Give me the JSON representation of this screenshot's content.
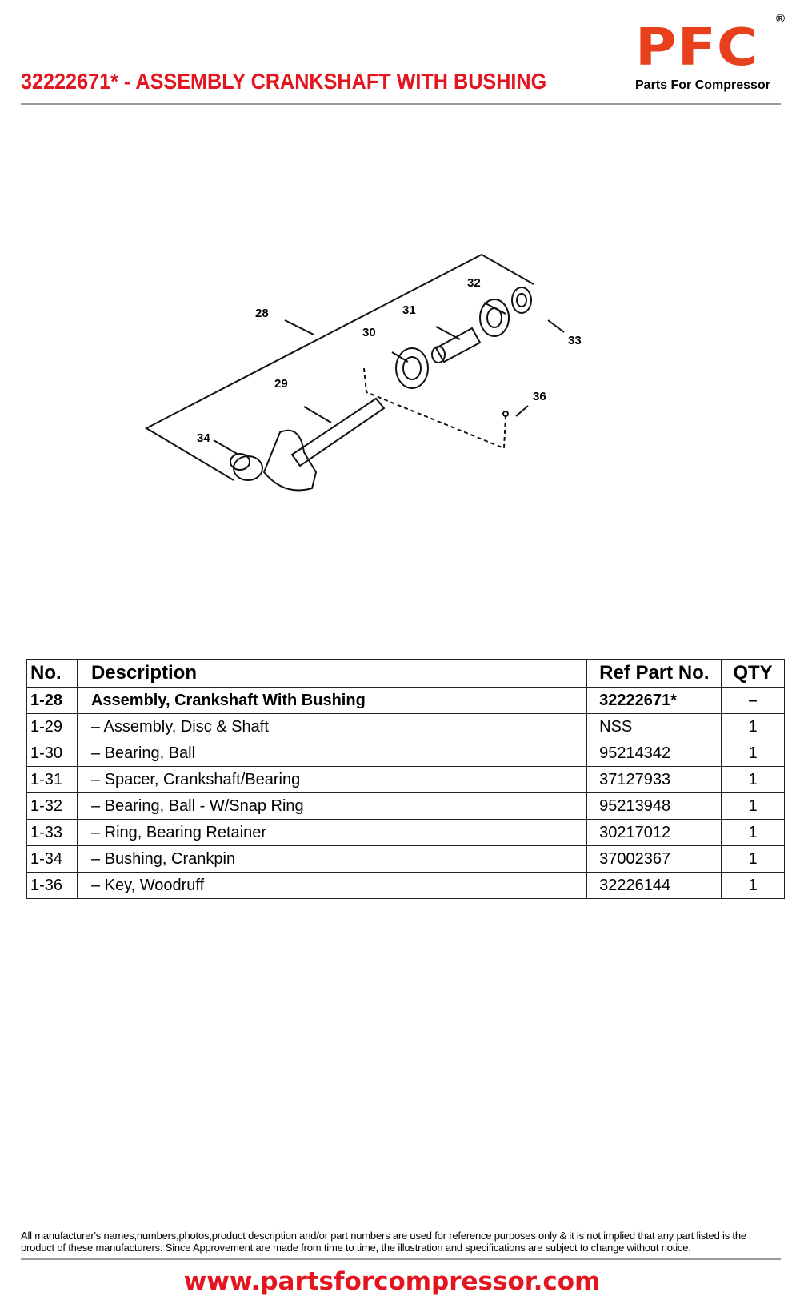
{
  "header": {
    "title": "32222671* - ASSEMBLY CRANKSHAFT WITH BUSHING",
    "logo": {
      "letters": "PFC",
      "registered": "®",
      "tagline": "Parts For Compressor"
    },
    "brand_color": "#e3151f"
  },
  "diagram": {
    "callouts": [
      "28",
      "29",
      "30",
      "31",
      "32",
      "33",
      "34",
      "36"
    ]
  },
  "table": {
    "headers": {
      "no": "No.",
      "description": "Description",
      "ref": "Ref Part No.",
      "qty": "QTY"
    },
    "rows": [
      {
        "no": "1-28",
        "description": "Assembly, Crankshaft With Bushing",
        "ref": "32222671*",
        "qty": "–"
      },
      {
        "no": "1-29",
        "description": "– Assembly, Disc & Shaft",
        "ref": "NSS",
        "qty": "1"
      },
      {
        "no": "1-30",
        "description": "– Bearing, Ball",
        "ref": "95214342",
        "qty": "1"
      },
      {
        "no": "1-31",
        "description": "– Spacer, Crankshaft/Bearing",
        "ref": "37127933",
        "qty": "1"
      },
      {
        "no": "1-32",
        "description": "– Bearing, Ball - W/Snap Ring",
        "ref": "95213948",
        "qty": "1"
      },
      {
        "no": "1-33",
        "description": "– Ring, Bearing Retainer",
        "ref": "30217012",
        "qty": "1"
      },
      {
        "no": "1-34",
        "description": "– Bushing, Crankpin",
        "ref": "37002367",
        "qty": "1"
      },
      {
        "no": "1-36",
        "description": "– Key, Woodruff",
        "ref": "32226144",
        "qty": "1"
      }
    ]
  },
  "footer": {
    "disclaimer": "All manufacturer's names,numbers,photos,product description and/or part numbers are used for reference purposes only & it is not implied that any part listed is the product of these manufacturers.  Since Approvement are made from time to time,  the illustration and specifications are subject to change without notice.",
    "url": "www.partsforcompressor.com"
  }
}
